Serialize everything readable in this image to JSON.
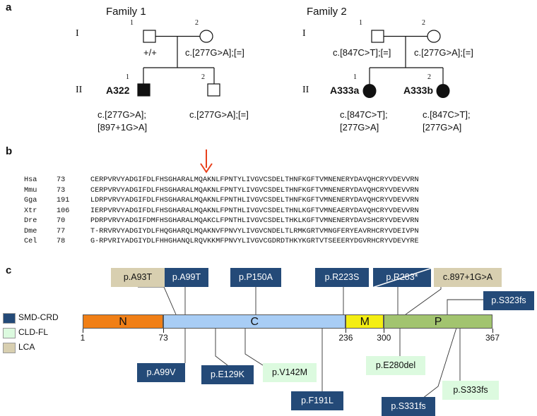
{
  "panel_a": {
    "letter": "a",
    "family1": {
      "title": "Family 1",
      "gen_I": "I",
      "gen_II": "II",
      "father_index": "1",
      "mother_index": "2",
      "father_genotype": "+/+",
      "mother_genotype": "c.[277G>A];[=]",
      "child1_index": "1",
      "child1_id": "A322",
      "child1_genotype_l1": "c.[277G>A];",
      "child1_genotype_l2": "[897+1G>A]",
      "child2_index": "2",
      "child2_genotype": "c.[277G>A];[=]"
    },
    "family2": {
      "title": "Family 2",
      "gen_I": "I",
      "gen_II": "II",
      "father_index": "1",
      "mother_index": "2",
      "father_genotype": "c.[847C>T];[=]",
      "mother_genotype": "c.[277G>A];[=]",
      "child1_index": "1",
      "child1_id": "A333a",
      "child1_genotype_l1": "c.[847C>T];",
      "child1_genotype_l2": "[277G>A]",
      "child2_index": "2",
      "child2_id": "A333b",
      "child2_genotype_l1": "c.[847C>T];",
      "child2_genotype_l2": "[277G>A]"
    }
  },
  "panel_b": {
    "letter": "b",
    "arrow_color": "#e8401c",
    "rows": [
      {
        "species": "Hsa",
        "pos": "73",
        "seq": "CERPVRVYADGIFDLFHSGHARALMQAKNLFPNTYLIVGVCSDELTHNFKGFTVMNENERYDAVQHCRYVDEVVRN"
      },
      {
        "species": "Mmu",
        "pos": "73",
        "seq": "CERPVRVYADGIFDLFHSGHARALMQAKNLFPNTYLIVGVCSDELTHNFKGFTVMNENERYDAVQHCRYVDEVVRN"
      },
      {
        "species": "Gga",
        "pos": "191",
        "seq": "LDRPVRVYADGIFDLFHSGHARALMQAKNLFPNTHLIVGVCSDELTHNFKGFTVMNENERYDAVQHCRYVDEVVRN"
      },
      {
        "species": "Xtr",
        "pos": "106",
        "seq": "IERPVRVYADGIFDLFHSGHARALMQAKNLFPNTHLIVGVCSDELTHNLKGFTVMNEAERYDAVQHCRYVDEVVRN"
      },
      {
        "species": "Dre",
        "pos": "70",
        "seq": "PDRPVRVYADGIFDMFHSGHARALMQAKCLFPNTHLIVGVCSDELTHKLKGFTVMNENERYDAVSHCRYVDEVVRN"
      },
      {
        "species": "Dme",
        "pos": "77",
        "seq": "T-RRVRVYADGIYDLFHQGHARQLMQAKNVFPNVYLIVGVCNDELTLRMKGRTVMNGFERYEAVRHCRYVDEIVPN"
      },
      {
        "species": "Cel",
        "pos": "78",
        "seq": "G-RPVRIYADGIYDLFHHGHANQLRQVKKMFPNVYLIVGVCGDRDTHKYKGRTVTSEEERYDGVRHCRYVDEVYRE"
      }
    ]
  },
  "panel_c": {
    "letter": "c",
    "protein_length": 367,
    "domains": [
      {
        "label": "N",
        "start": 1,
        "end": 73,
        "color": "#f07f16"
      },
      {
        "label": "C",
        "start": 73,
        "end": 236,
        "color": "#a8cdf5"
      },
      {
        "label": "M",
        "start": 236,
        "end": 270,
        "color": "#f4ee12"
      },
      {
        "label": "P",
        "start": 270,
        "end": 367,
        "color": "#a2c46f"
      }
    ],
    "ticks": [
      {
        "label": "1",
        "pos": 1
      },
      {
        "label": "73",
        "pos": 73
      },
      {
        "label": "236",
        "pos": 236
      },
      {
        "label": "300",
        "pos": 270
      },
      {
        "label": "367",
        "pos": 367
      }
    ],
    "legend": [
      {
        "label": "SMD-CRD",
        "color": "#244a78"
      },
      {
        "label": "CLD-FL",
        "color": "#dcfadf"
      },
      {
        "label": "LCA",
        "color": "#d8cfb0"
      }
    ],
    "variants_top": [
      {
        "label": "p.A93T",
        "class": "LCA"
      },
      {
        "label": "p.A99T",
        "class": "SMD-CRD"
      },
      {
        "label": "p.P150A",
        "class": "SMD-CRD"
      },
      {
        "label": "p.R223S",
        "class": "SMD-CRD"
      },
      {
        "label": "p.R283*",
        "class": "SMD-CRD"
      },
      {
        "label": "c.897+1G>A",
        "class": "LCA"
      },
      {
        "label": "p.S323fs",
        "class": "SMD-CRD"
      }
    ],
    "variants_bottom": [
      {
        "label": "p.A99V",
        "class": "SMD-CRD"
      },
      {
        "label": "p.E129K",
        "class": "SMD-CRD"
      },
      {
        "label": "p.V142M",
        "class": "CLD-FL"
      },
      {
        "label": "p.F191L",
        "class": "SMD-CRD"
      },
      {
        "label": "p.E280del",
        "class": "CLD-FL"
      },
      {
        "label": "p.S333fs",
        "class": "CLD-FL"
      },
      {
        "label": "p.S331fs",
        "class": "SMD-CRD"
      }
    ]
  }
}
